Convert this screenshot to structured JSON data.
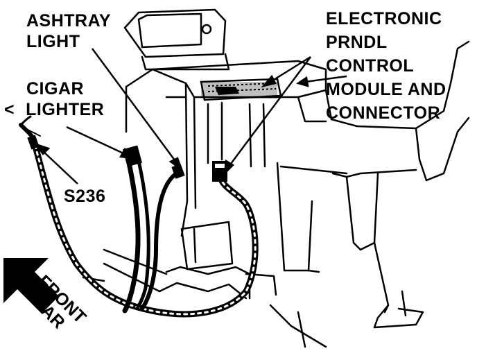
{
  "labels": {
    "ashtray_line1": "ASHTRAY",
    "ashtray_line2": "LIGHT",
    "cigar_line1": "CIGAR",
    "cigar_line2": "LIGHTER",
    "ecm_line1": "ELECTRONIC",
    "ecm_line2": "PRNDL",
    "ecm_line3": "CONTROL",
    "ecm_line4": "MODULE AND",
    "ecm_line5": "CONNECTOR",
    "splice": "S236",
    "front_line1": "FRONT",
    "front_line2": "OF CAR",
    "left_marker": "<"
  }
}
